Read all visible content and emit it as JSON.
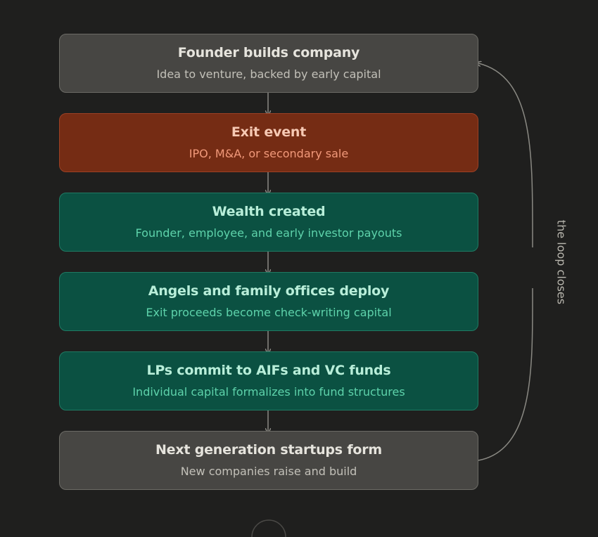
{
  "steps": [
    {
      "title": "Founder builds company",
      "subtitle": "Idea to venture, backed by early capital",
      "tone": "gray"
    },
    {
      "title": "Exit event",
      "subtitle": "IPO, M&A, or secondary sale",
      "tone": "red"
    },
    {
      "title": "Wealth created",
      "subtitle": "Founder, employee, and early investor payouts",
      "tone": "green"
    },
    {
      "title": "Angels and family offices deploy",
      "subtitle": "Exit proceeds become check-writing capital",
      "tone": "green"
    },
    {
      "title": "LPs commit to AIFs and VC funds",
      "subtitle": "Individual capital formalizes into fund structures",
      "tone": "green"
    },
    {
      "title": "Next generation startups form",
      "subtitle": "New companies raise and build",
      "tone": "gray"
    }
  ],
  "loop": {
    "label": "the loop closes"
  },
  "colors": {
    "background": "#1f1f1e",
    "gray_fill": "#474643",
    "red_fill": "#752c14",
    "green_fill": "#0b5142",
    "connector": "#8a8983"
  }
}
